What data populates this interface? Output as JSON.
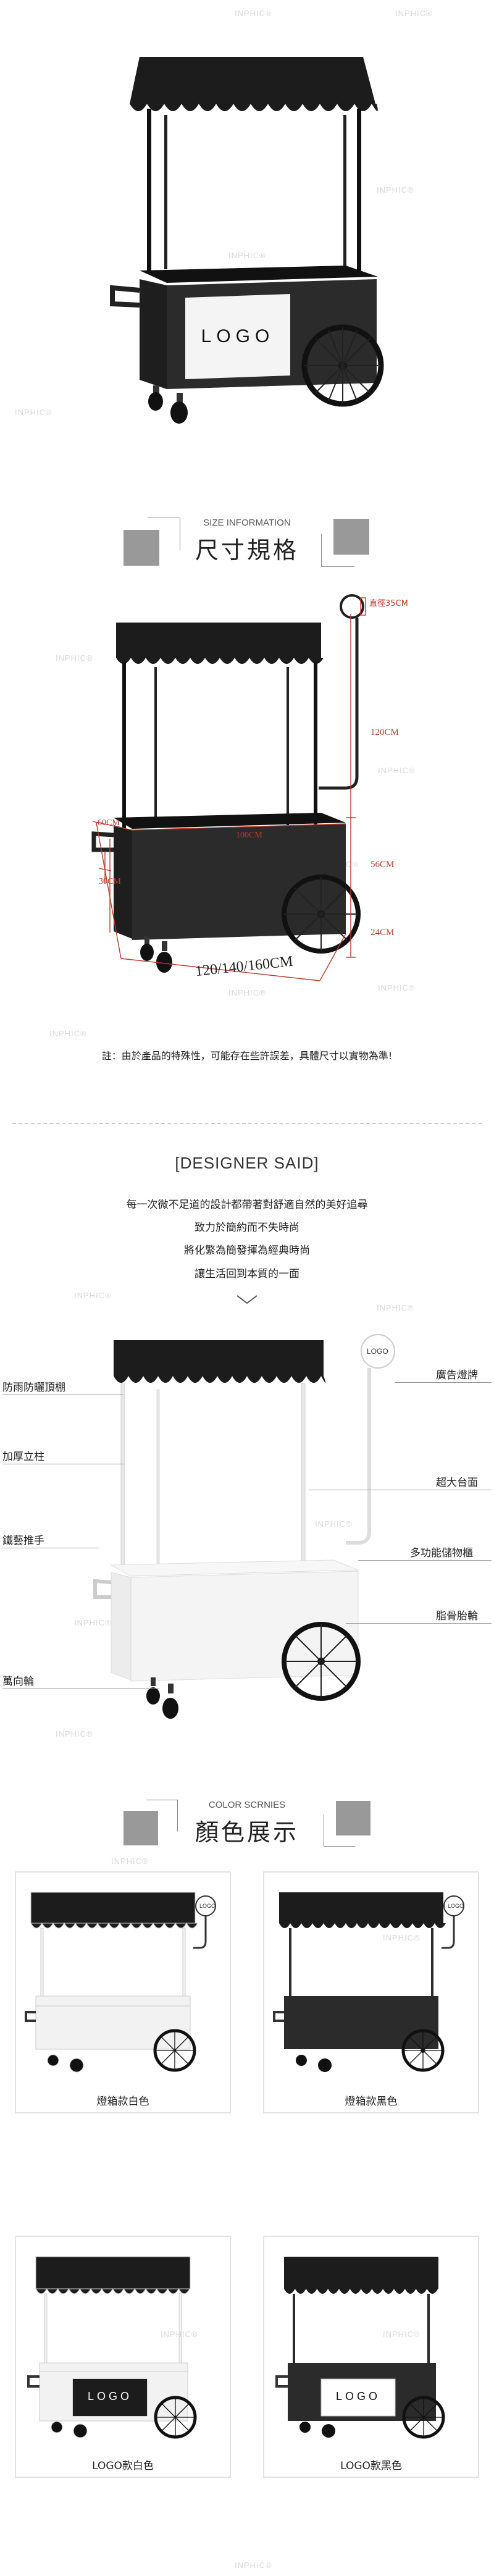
{
  "watermark": "INPHIC®",
  "hero": {
    "logo_text": "LOGO"
  },
  "size_section": {
    "en_title": "SIZE INFORMATION",
    "zh_title": "尺寸規格",
    "dims": {
      "sign": "直徑35CM",
      "height": "120CM",
      "depth": "60CM",
      "width": "100CM",
      "cabinet": "56CM",
      "side": "30CM",
      "wheel": "24CM",
      "length": "120/140/160CM"
    },
    "note": "註：由於產品的特殊性，可能存在些許誤差，具體尺寸以實物為準!"
  },
  "designer": {
    "title": "[DESIGNER SAID]",
    "lines": [
      "每一次微不足道的設計都帶著對舒適自然的美好追尋",
      "致力於簡約而不失時尚",
      "將化繁為簡發揮為經典時尚",
      "讓生活回到本質的一面"
    ]
  },
  "features": {
    "sign_logo": "LOGO",
    "left": [
      "防雨防曬頂棚",
      "加厚立柱",
      "鐵藝推手",
      "萬向輪"
    ],
    "right": [
      "廣告燈牌",
      "超大台面",
      "多功能儲物櫃",
      "脂骨胎輪"
    ]
  },
  "color_section": {
    "en_title": "COLOR SCRNIES",
    "zh_title": "顏色展示",
    "variants": [
      {
        "caption": "燈箱款白色",
        "logo": "LOGO"
      },
      {
        "caption": "燈箱款黑色",
        "logo": "LOGO"
      },
      {
        "caption": "LOGO款白色",
        "logo": "LOGO"
      },
      {
        "caption": "LOGO款黑色",
        "logo": "LOGO"
      }
    ]
  },
  "colors": {
    "canopy": "#1c1c1c",
    "white_body": "#f2f2f2",
    "black_body": "#2b2b2b",
    "dim_red": "#c0392b",
    "square_gray": "#999999"
  }
}
